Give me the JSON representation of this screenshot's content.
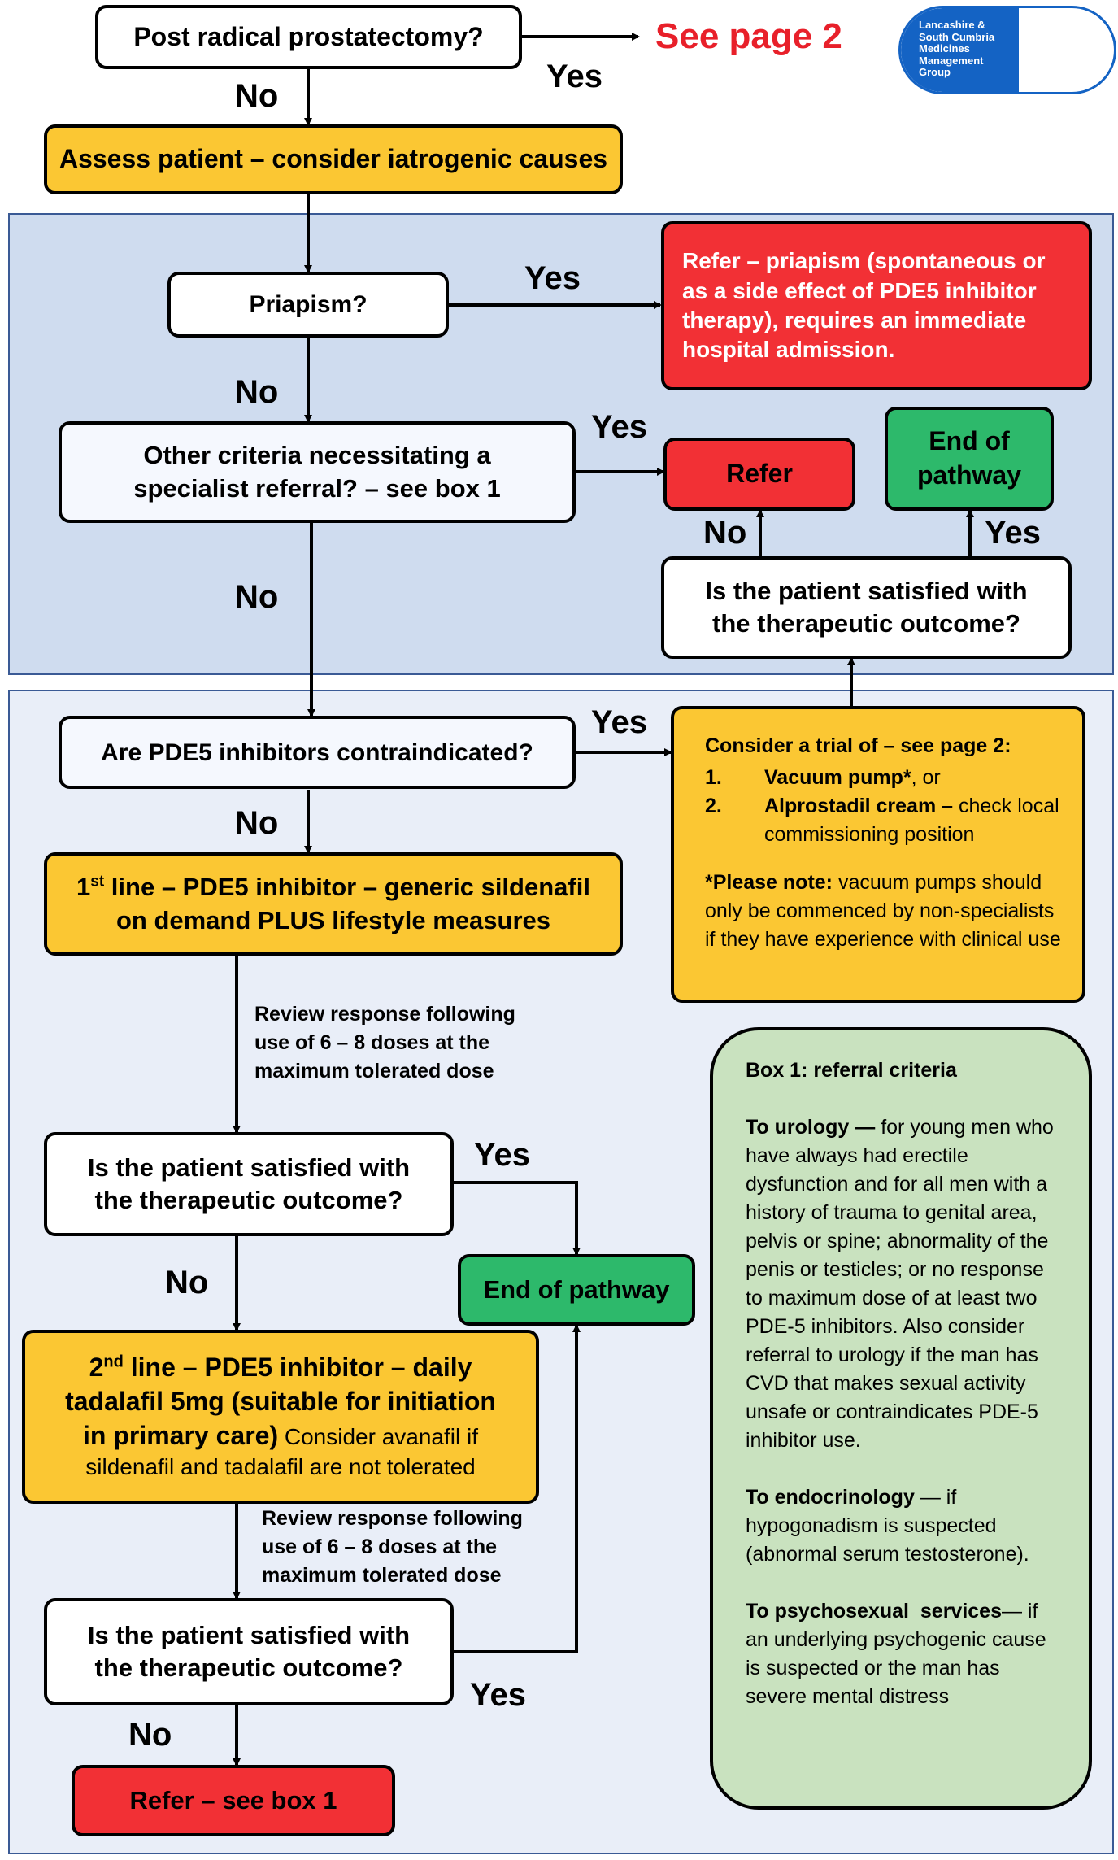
{
  "top": {
    "question": "Post radical prostatectomy?",
    "yes": "Yes",
    "no": "No",
    "see_page": "See page 2"
  },
  "logo": {
    "line1": "Lancashire &",
    "line2": "South Cumbria",
    "line3": "Medicines",
    "line4": "Management",
    "line5": "Group"
  },
  "assess": "Assess patient – consider iatrogenic causes",
  "priapism": {
    "question": "Priapism?",
    "yes": "Yes",
    "no": "No",
    "refer": "Refer – priapism (spontaneous or as a side effect of PDE5 inhibitor therapy), requires an immediate hospital admission."
  },
  "other_criteria": {
    "line1": "Other criteria necessitating a",
    "line2": "specialist referral? – see box 1",
    "yes": "Yes",
    "no": "No"
  },
  "refer_box": "Refer",
  "end_top": {
    "line1": "End of",
    "line2": "pathway"
  },
  "satisfied_top": {
    "line1": "Is the patient satisfied with",
    "line2": "the therapeutic outcome?",
    "no": "No",
    "yes": "Yes"
  },
  "pde5_contra": {
    "question": "Are PDE5 inhibitors contraindicated?",
    "yes": "Yes",
    "no": "No"
  },
  "trial": {
    "title": "Consider a trial of – see page 2:",
    "item1_num": "1.",
    "item1_bold": "Vacuum pump*",
    "item1_rest": ", or",
    "item2_num": "2.",
    "item2_bold": "Alprostadil cream –",
    "item2_rest": " check local commissioning position",
    "note_bold": "*Please note:",
    "note_rest": " vacuum pumps should only be commenced by non-specialists if they have experience with clinical use"
  },
  "first_line": {
    "prefix": "1",
    "sup": "st",
    "line1": " line – PDE5 inhibitor – generic sildenafil",
    "line2": "on demand PLUS lifestyle measures"
  },
  "review1": {
    "line1": "Review response following",
    "line2": "use of 6 – 8 doses at the",
    "line3": "maximum tolerated dose"
  },
  "satisfied_mid": {
    "line1": "Is the patient satisfied with",
    "line2": "the therapeutic outcome?",
    "yes": "Yes",
    "no": "No"
  },
  "end_mid": "End of pathway",
  "second_line": {
    "prefix": "2",
    "sup": "nd",
    "line1": " line – PDE5 inhibitor – daily",
    "line2": "tadalafil 5mg (suitable for initiation",
    "line3_bold": "in primary care)",
    "line3_rest": " Consider avanafil if",
    "line4": "sildenafil and tadalafil are not tolerated"
  },
  "review2": {
    "line1": "Review response following",
    "line2": "use of 6 – 8 doses at the",
    "line3": "maximum tolerated dose"
  },
  "satisfied_bottom": {
    "line1": "Is the patient satisfied with",
    "line2": "the therapeutic outcome?",
    "yes": "Yes",
    "no": "No"
  },
  "refer_final": "Refer – see box 1",
  "box1": {
    "title": "Box 1: referral criteria",
    "urology_bold": "To urology —",
    "urology_text": " for young men who have always had erectile dysfunction and for all men with a history of trauma to genital area, pelvis or spine; abnormality of the penis or testicles; or no response to maximum dose of at least two PDE-5 inhibitors. Also consider referral to urology if the man has CVD that makes sexual activity unsafe or contraindicates PDE-5 inhibitor use.",
    "endo_bold": "To endocrinology",
    "endo_text": " — if hypogonadism is suspected (abnormal serum testosterone).",
    "psycho_bold": "To psychosexual  services",
    "psycho_text": "— if an underlying psychogenic cause is suspected or the man has severe mental distress"
  },
  "colors": {
    "panel": "#cfdcef",
    "panel_light": "#e9eef8",
    "amber": "#fbc733",
    "red": "#f23035",
    "green": "#2db96b",
    "box1": "#c9e2bf",
    "logo_blue": "#1463c4"
  }
}
